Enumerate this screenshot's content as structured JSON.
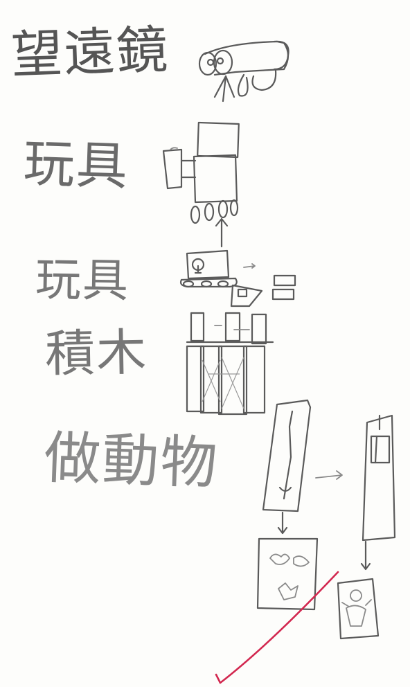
{
  "words": [
    {
      "text": "望遠鏡"
    },
    {
      "text": "玩具"
    },
    {
      "text": "玩具"
    },
    {
      "text": "積木"
    },
    {
      "text": "做動物"
    }
  ],
  "colors": {
    "paper": "#fdfdfb",
    "pencil": "#5a5a5a",
    "teacher_check": "#d2274f"
  }
}
